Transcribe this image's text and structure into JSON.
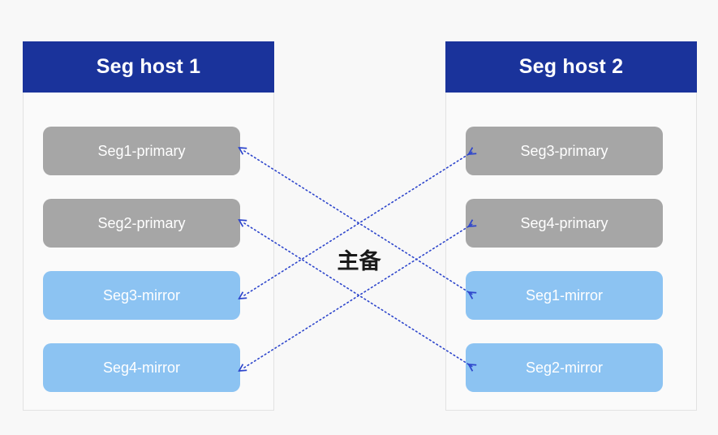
{
  "diagram": {
    "title_hidden": "",
    "background_color": "#f8f8f8",
    "center_label": "主备",
    "arrow_color": "#2e46cc",
    "arrow_style": "dotted double-headed"
  },
  "hosts": [
    {
      "id": "seg-host-1",
      "header_label": "Seg host 1",
      "header_color": "#1a339b",
      "boxes": [
        {
          "label": "Seg1-primary",
          "role": "primary",
          "color": "#a6a6a6"
        },
        {
          "label": "Seg2-primary",
          "role": "primary",
          "color": "#a6a6a6"
        },
        {
          "label": "Seg3-mirror",
          "role": "mirror",
          "color": "#8cc3f2"
        },
        {
          "label": "Seg4-mirror",
          "role": "mirror",
          "color": "#8cc3f2"
        }
      ]
    },
    {
      "id": "seg-host-2",
      "header_label": "Seg host 2",
      "header_color": "#1a339b",
      "boxes": [
        {
          "label": "Seg3-primary",
          "role": "primary",
          "color": "#a6a6a6"
        },
        {
          "label": "Seg4-primary",
          "role": "primary",
          "color": "#a6a6a6"
        },
        {
          "label": "Seg1-mirror",
          "role": "mirror",
          "color": "#8cc3f2"
        },
        {
          "label": "Seg2-mirror",
          "role": "mirror",
          "color": "#8cc3f2"
        }
      ]
    }
  ],
  "connections": [
    {
      "from": "Seg1-primary",
      "to": "Seg1-mirror",
      "bidirectional": true
    },
    {
      "from": "Seg2-primary",
      "to": "Seg2-mirror",
      "bidirectional": true
    },
    {
      "from": "Seg3-mirror",
      "to": "Seg3-primary",
      "bidirectional": true
    },
    {
      "from": "Seg4-mirror",
      "to": "Seg4-primary",
      "bidirectional": true
    }
  ]
}
